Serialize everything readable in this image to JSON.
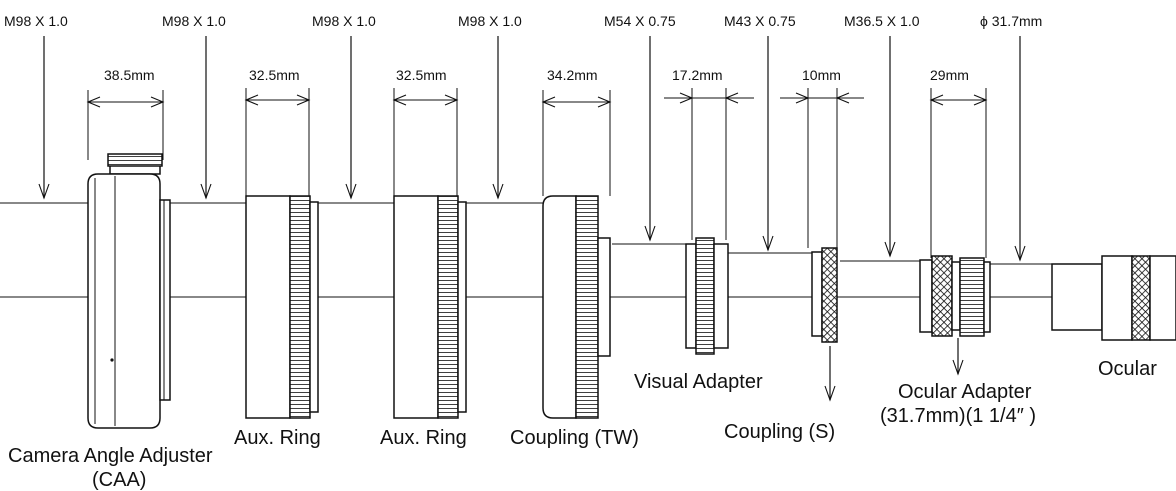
{
  "threads": [
    {
      "label": "M98 X 1.0"
    },
    {
      "label": "M98 X 1.0"
    },
    {
      "label": "M98 X 1.0"
    },
    {
      "label": "M98 X 1.0"
    },
    {
      "label": "M54 X 0.75"
    },
    {
      "label": "M43 X 0.75"
    },
    {
      "label": "M36.5 X 1.0"
    },
    {
      "label": "ϕ 31.7mm"
    }
  ],
  "dimensions": [
    {
      "label": "38.5mm"
    },
    {
      "label": "32.5mm"
    },
    {
      "label": "32.5mm"
    },
    {
      "label": "34.2mm"
    },
    {
      "label": "17.2mm"
    },
    {
      "label": "10mm"
    },
    {
      "label": "29mm"
    }
  ],
  "parts": {
    "caa_line1": "Camera Angle Adjuster",
    "caa_line2": "(CAA)",
    "aux_ring_1": "Aux. Ring",
    "aux_ring_2": "Aux. Ring",
    "coupling_tw": "Coupling (TW)",
    "visual_adapter": "Visual Adapter",
    "coupling_s": "Coupling (S)",
    "ocular_adapter_line1": "Ocular Adapter",
    "ocular_adapter_line2": "(31.7mm)(1 1/4″ )",
    "ocular": "Ocular"
  }
}
